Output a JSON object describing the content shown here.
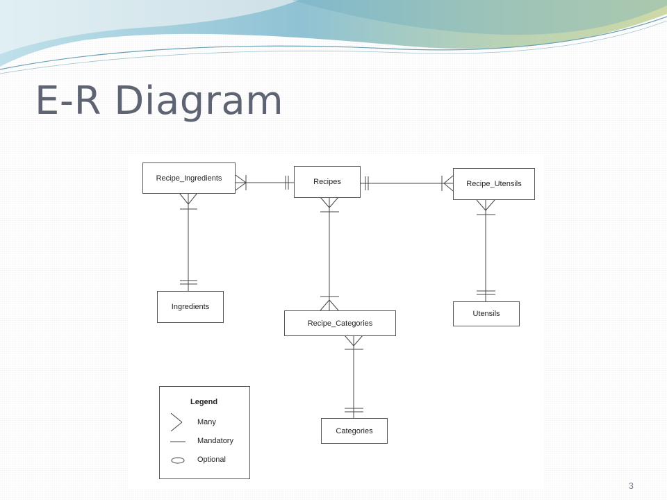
{
  "slide": {
    "title": "E-R Diagram",
    "page_number": "3"
  },
  "entities": {
    "recipe_ingredients": "Recipe_Ingredients",
    "recipes": "Recipes",
    "recipe_utensils": "Recipe_Utensils",
    "ingredients": "Ingredients",
    "recipe_categories": "Recipe_Categories",
    "utensils": "Utensils",
    "categories": "Categories"
  },
  "legend": {
    "title": "Legend",
    "many": "Many",
    "mandatory": "Mandatory",
    "optional": "Optional"
  },
  "colors": {
    "wave_teal": "#7fb7c9",
    "wave_green": "#c2d3a8",
    "title_text": "#5f6473",
    "line": "#444444"
  }
}
